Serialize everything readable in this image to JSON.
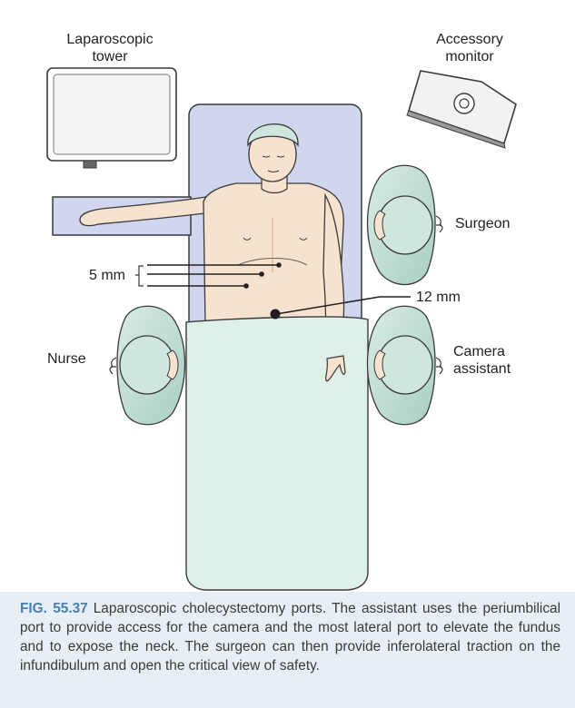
{
  "labels": {
    "tower_line1": "Laparoscopic",
    "tower_line2": "tower",
    "monitor_line1": "Accessory",
    "monitor_line2": "monitor",
    "surgeon": "Surgeon",
    "nurse": "Nurse",
    "camera_line1": "Camera",
    "camera_line2": "assistant",
    "port_5mm": "5 mm",
    "port_12mm": "12 mm"
  },
  "caption": {
    "figure_label": "FIG. 55.37",
    "text": "Laparoscopic cholecystectomy ports. The assistant uses the periumbilical port to provide access for the camera and the most lateral port to elevate the fundus and to expose the neck. The surgeon can then provide inferolateral traction on the infundibulum and open the critical view of safety."
  },
  "colors": {
    "drape_fill": "#dff0e8",
    "table_fill": "#cfd6ee",
    "skin_fill": "#f7e2cf",
    "cap_fill": "#cfe6df",
    "outline": "#3a3a3a",
    "caption_bg": "#e7eef4",
    "caption_label": "#4a7fae"
  }
}
